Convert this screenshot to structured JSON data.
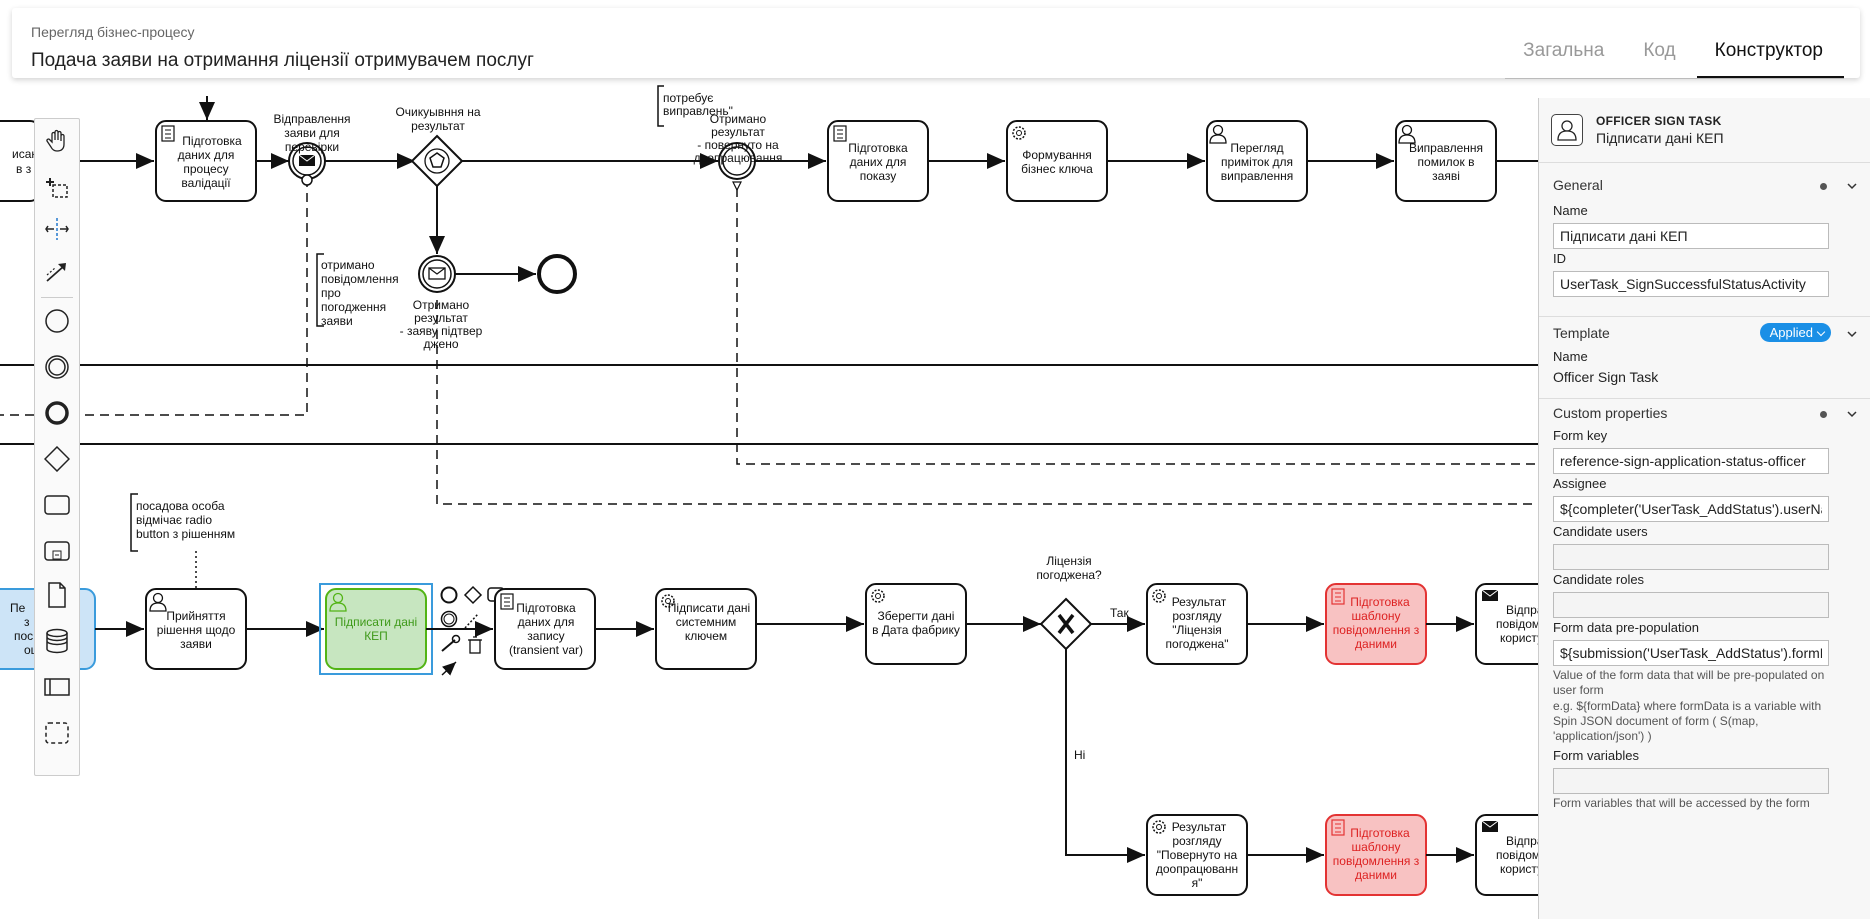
{
  "header": {
    "crumb": "Перегляд бізнес-процесу",
    "title": "Подача заяви на отримання ліцензії отримувачем послуг",
    "tabs": [
      "Загальна",
      "Код",
      "Конструктор"
    ],
    "active_tab": "Конструктор"
  },
  "diagram": {
    "tasks": {
      "prep_validation": [
        "Підготовка",
        "даних для",
        "процесу",
        "валідації"
      ],
      "prep_show": [
        "Підготовка",
        "даних для",
        "показу"
      ],
      "form_key": [
        "Формування",
        "бізнес ключа"
      ],
      "review_notes": [
        "Перегляд",
        "приміток для",
        "виправлення"
      ],
      "fix_errors": [
        "Виправлення",
        "помилок в",
        "заяві"
      ],
      "decision": [
        "Прийняття",
        "рішення щодо",
        "заяви"
      ],
      "sign_kep": [
        "Підписати дані",
        "КЕП"
      ],
      "prep_record": [
        "Підготовка",
        "даних для",
        "запису",
        "(transient var)"
      ],
      "sign_system": [
        "Підписати дані",
        "системним",
        "ключем"
      ],
      "save_df": [
        "Зберегти дані",
        "в Дата фабрику"
      ],
      "result_ok": [
        "Результат",
        "розгляду",
        "\"Ліцензія",
        "погоджена\""
      ],
      "template_ok": [
        "Підготовка",
        "шаблону",
        "повідомлення з",
        "даними"
      ],
      "notify_ok": [
        "Відправ",
        "повідомл",
        "користув"
      ],
      "result_return": [
        "Результат",
        "розгляду",
        "\"Повернуто на",
        "доопрацюванн",
        "я\""
      ],
      "template_return": [
        "Підготовка",
        "шаблону",
        "повідомлення з",
        "даними"
      ],
      "notify_return": [
        "Відправ",
        "повідомл",
        "користув"
      ],
      "left_partial": [
        "Пе",
        "з",
        "пос",
        "оц"
      ],
      "left_top_partial": [
        "исан",
        "в з"
      ]
    },
    "labels": {
      "send_check": [
        "Відправлення",
        "заяви для",
        "перевірки"
      ],
      "wait_result": [
        "Очикуывння на",
        "результат"
      ],
      "got_return": [
        "Отримано",
        "результат",
        "- повернуто на",
        "доопрацювання"
      ],
      "got_approve": [
        "Отримано",
        "результат",
        "- заяву підтвер",
        "джено"
      ],
      "top_annotation": [
        "потребує",
        "виправлень\""
      ],
      "annotation_got": [
        "отримано",
        "повідомлення",
        "про",
        "погодження",
        "заяви"
      ],
      "annotation_official": [
        "посадова особа",
        "відмічає radio",
        "button з рішенням"
      ],
      "gw_question": [
        "Ліцензія",
        "погоджена?"
      ],
      "flow_yes": "Так",
      "flow_no": "Ні"
    }
  },
  "palette": {
    "tools": [
      "hand-tool",
      "lasso-tool",
      "space-tool",
      "connect-tool",
      "start-event",
      "intermediate-event",
      "end-event",
      "gateway",
      "task",
      "subprocess",
      "data-object",
      "data-store",
      "pool",
      "group"
    ]
  },
  "properties": {
    "element_type": "OFFICER SIGN TASK",
    "element_name": "Підписати дані КЕП",
    "groups": {
      "general": "General",
      "template": "Template",
      "custom": "Custom properties"
    },
    "general": {
      "name_label": "Name",
      "name_value": "Підписати дані КЕП",
      "id_label": "ID",
      "id_value": "UserTask_SignSuccessfulStatusActivity"
    },
    "template": {
      "badge": "Applied",
      "name_label": "Name",
      "name_value": "Officer Sign Task"
    },
    "custom": {
      "form_key_label": "Form key",
      "form_key_value": "reference-sign-application-status-officer",
      "assignee_label": "Assignee",
      "assignee_value": "${completer('UserTask_AddStatus').userName}",
      "candidate_users_label": "Candidate users",
      "candidate_users_value": "",
      "candidate_roles_label": "Candidate roles",
      "candidate_roles_value": "",
      "prepop_label": "Form data pre-population",
      "prepop_value": "${submission('UserTask_AddStatus').formData}",
      "prepop_desc1": "Value of the form data that will be pre-populated on user form",
      "prepop_desc2": "e.g. ${formData} where formData is a variable with Spin JSON document of form ( S(map, 'application/json') )",
      "form_vars_label": "Form variables",
      "form_vars_value": "",
      "form_vars_desc": "Form variables that will be accessed by the form"
    }
  },
  "colors": {
    "accent": "#1a8fe6",
    "selected_task_fill": "#c7e6c0",
    "selected_task_stroke": "#52b415",
    "error_task_fill": "#f8c2c2",
    "error_task_stroke": "#e33333",
    "selection_blue": "#3a9bdc"
  }
}
